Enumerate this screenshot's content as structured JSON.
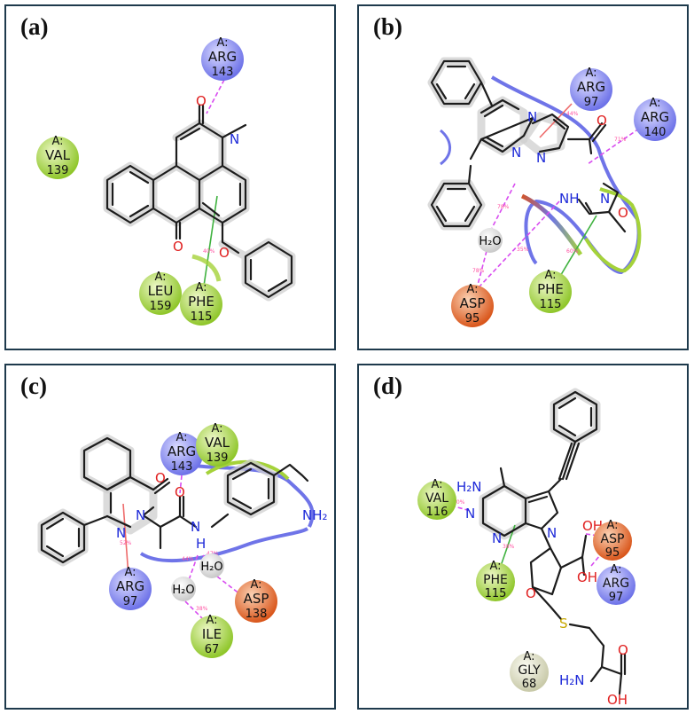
{
  "panels": [
    {
      "label": "(a)"
    },
    {
      "label": "(b)"
    },
    {
      "label": "(c)"
    },
    {
      "label": "(d)"
    }
  ],
  "residues": {
    "a_arg143": {
      "chain": "A:",
      "name": "ARG",
      "num": "143"
    },
    "a_val139": {
      "chain": "A:",
      "name": "VAL",
      "num": "139"
    },
    "a_leu159": {
      "chain": "A:",
      "name": "LEU",
      "num": "159"
    },
    "a_phe115": {
      "chain": "A:",
      "name": "PHE",
      "num": "115"
    },
    "b_arg97": {
      "chain": "A:",
      "name": "ARG",
      "num": "97"
    },
    "b_arg140": {
      "chain": "A:",
      "name": "ARG",
      "num": "140"
    },
    "b_asp95": {
      "chain": "A:",
      "name": "ASP",
      "num": "95"
    },
    "b_phe115": {
      "chain": "A:",
      "name": "PHE",
      "num": "115"
    },
    "c_arg143": {
      "chain": "A:",
      "name": "ARG",
      "num": "143"
    },
    "c_val139": {
      "chain": "A:",
      "name": "VAL",
      "num": "139"
    },
    "c_arg97": {
      "chain": "A:",
      "name": "ARG",
      "num": "97"
    },
    "c_asp138": {
      "chain": "A:",
      "name": "ASP",
      "num": "138"
    },
    "c_ile67": {
      "chain": "A:",
      "name": "ILE",
      "num": "67"
    },
    "d_val116": {
      "chain": "A:",
      "name": "VAL",
      "num": "116"
    },
    "d_phe115": {
      "chain": "A:",
      "name": "PHE",
      "num": "115"
    },
    "d_asp95": {
      "chain": "A:",
      "name": "ASP",
      "num": "95"
    },
    "d_arg97": {
      "chain": "A:",
      "name": "ARG",
      "num": "97"
    },
    "d_gly68": {
      "chain": "A:",
      "name": "GLY",
      "num": "68"
    }
  },
  "atoms": {
    "O": "O",
    "N": "N",
    "NH": "NH",
    "H": "H",
    "H2O": "H₂O",
    "NH2": "NH₂",
    "H2N": "H₂N",
    "OH": "OH",
    "S": "S"
  },
  "percentages": {
    "a_phe": "40%",
    "b_arg97": "44%",
    "b_arg140": "71%",
    "b_water_top": "78%",
    "b_water_asp": "78%",
    "b_asp_nh": "35%",
    "b_phe": "60%",
    "c_arg97": "52%",
    "c_water1": "44%",
    "c_water2": "47%",
    "c_ile": "38%",
    "d_val": "30%",
    "d_phe": "38%"
  },
  "colors": {
    "panel_border": "#1e3a4c",
    "arg": "#7b80ee",
    "hydrophobic": "#a5d23a",
    "asp": "#e06a2b",
    "gly": "#dfe0c8",
    "water": "#e6e6e6",
    "hbond": "#d84cf0",
    "pi_cation": "#ee6b6b",
    "pi_stack": "#3fb23f"
  }
}
